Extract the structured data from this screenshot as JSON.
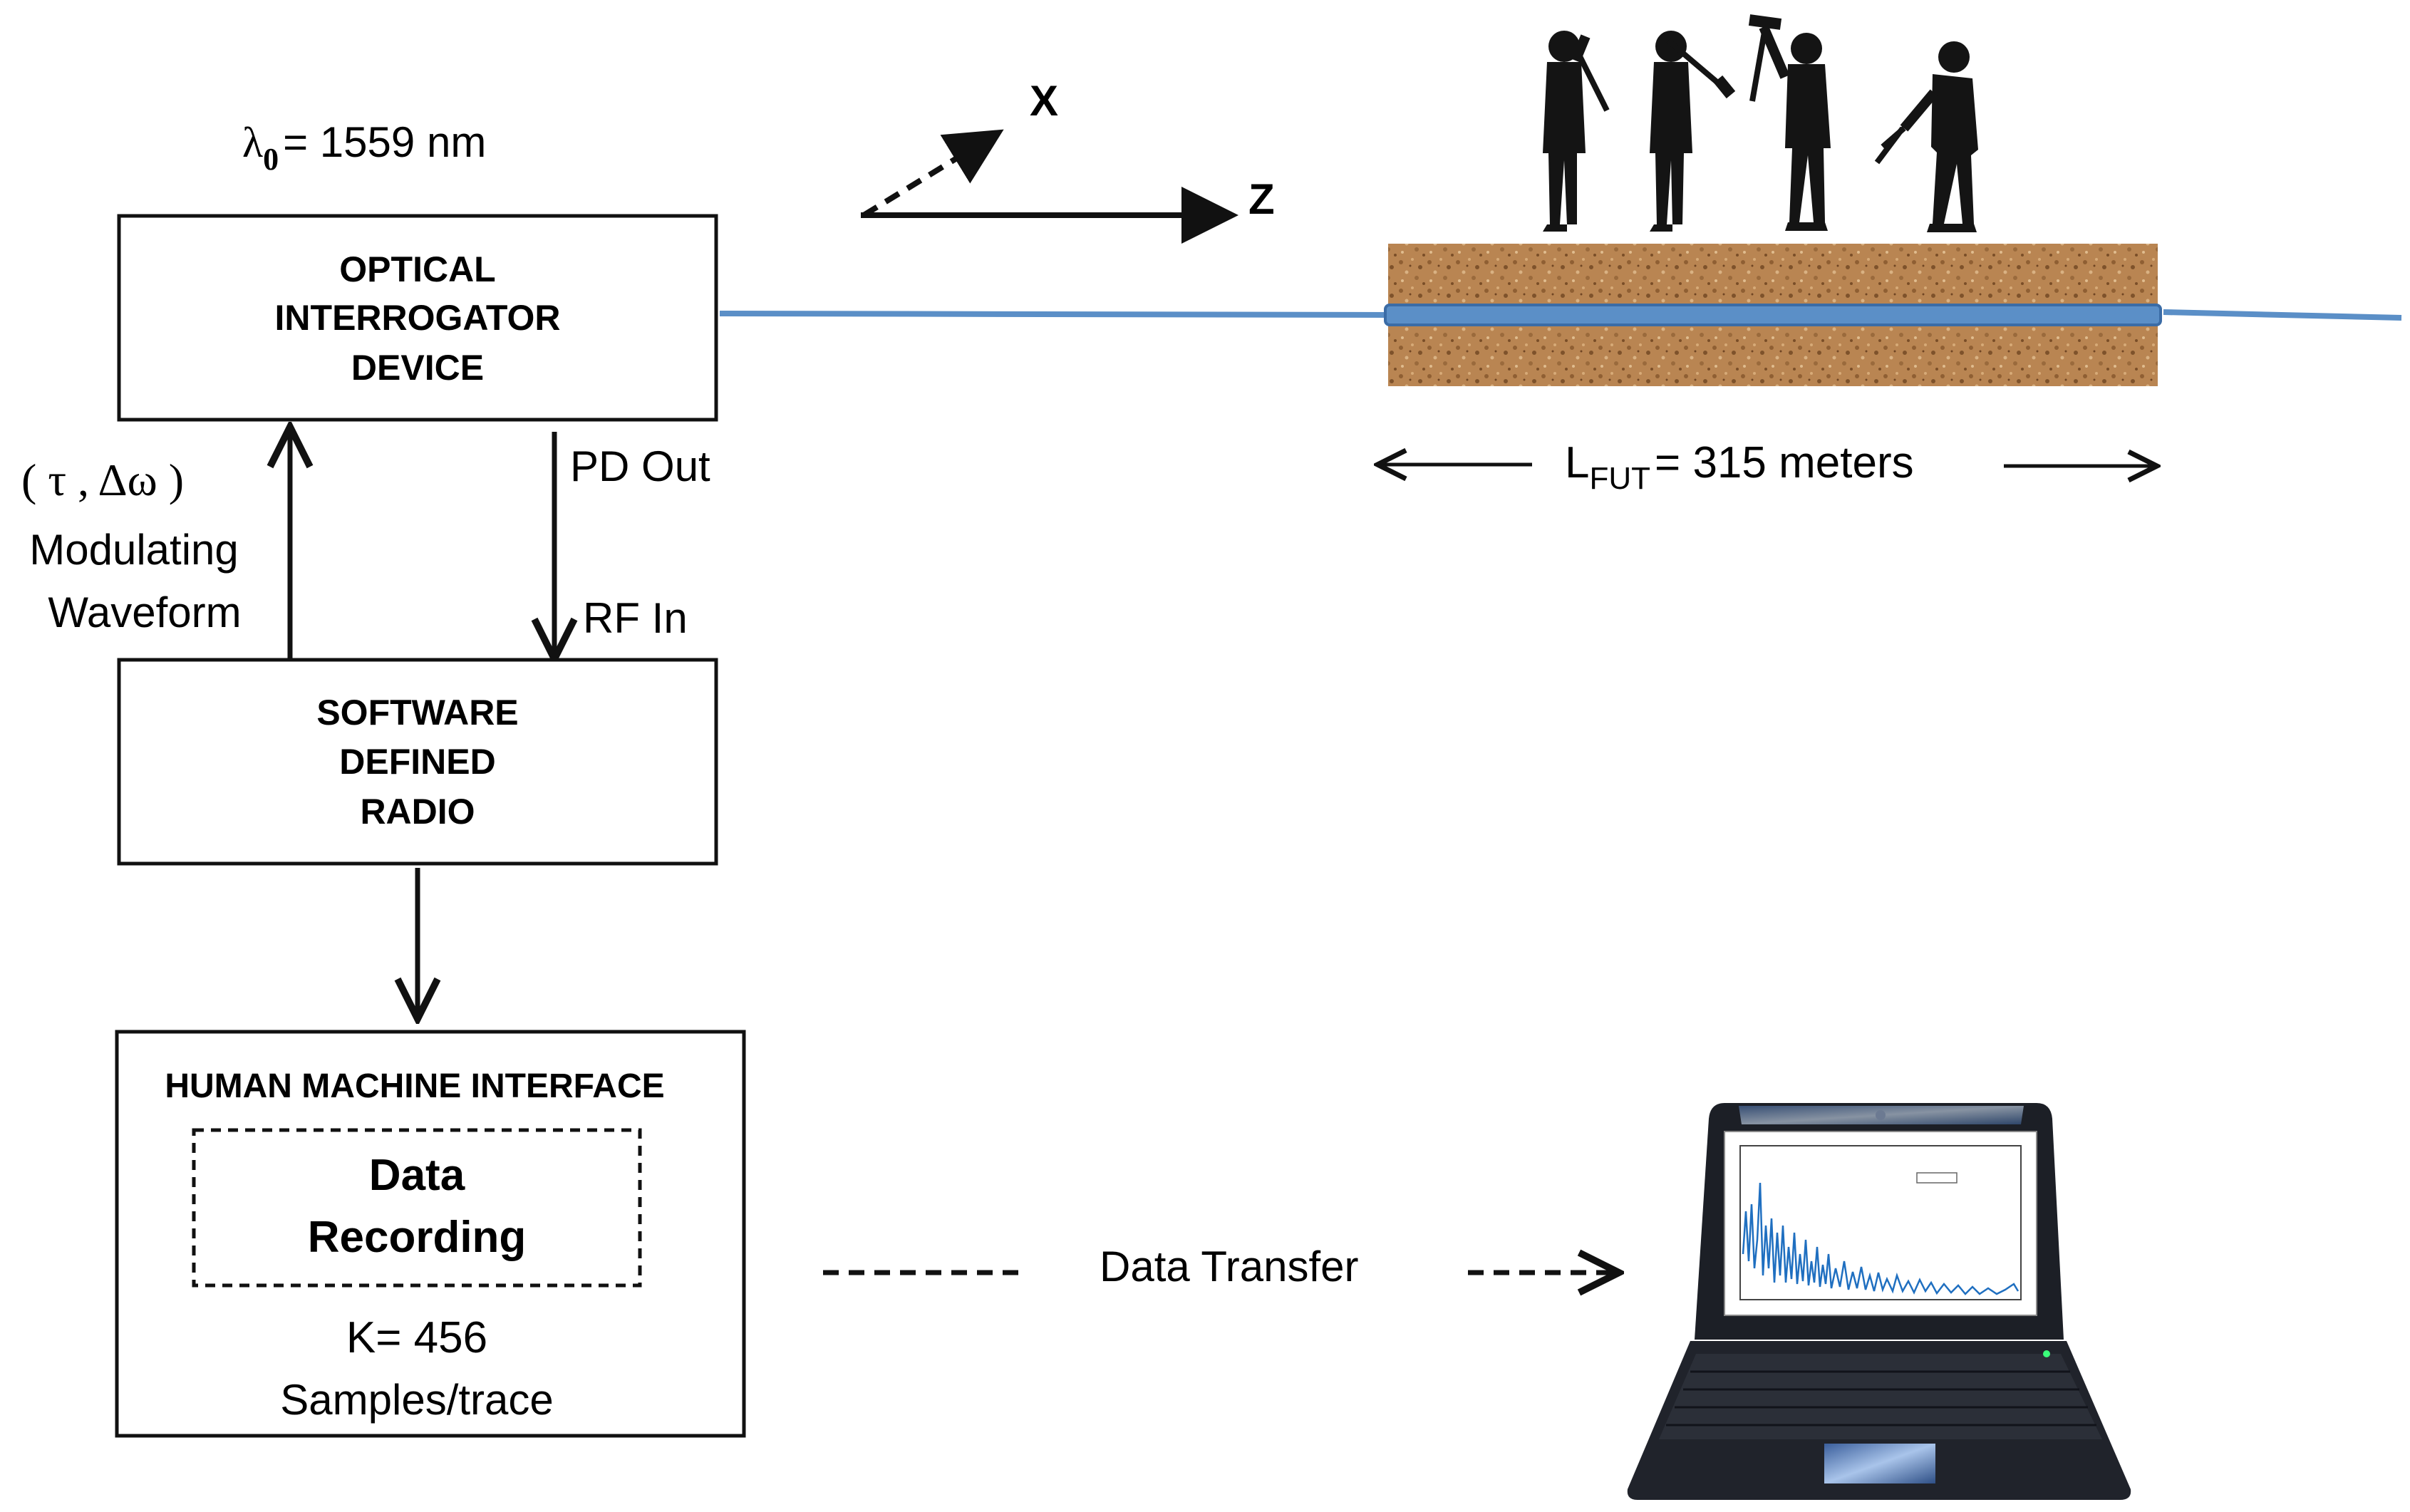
{
  "wavelength": {
    "symbol": "λ",
    "subscript": "0",
    "text": "= 1559 nm"
  },
  "axes": {
    "x_label": "X",
    "z_label": "Z"
  },
  "interrogator": {
    "line1": "OPTICAL",
    "line2": "INTERROGATOR",
    "line3": "DEVICE"
  },
  "modulation": {
    "params": "( τ , Δω )",
    "line1": "Modulating",
    "line2": "Waveform"
  },
  "links": {
    "pd_out": "PD Out",
    "rf_in": "RF In"
  },
  "sdr": {
    "line1": "SOFTWARE",
    "line2": "DEFINED",
    "line3": "RADIO"
  },
  "hmi": {
    "title": "HUMAN MACHINE INTERFACE",
    "recording_line1": "Data",
    "recording_line2": "Recording",
    "samples_line1": "K= 456",
    "samples_line2": "Samples/trace"
  },
  "fiber": {
    "length_prefix": "L",
    "length_subscript": "FUT",
    "length_text": "= 315 meters"
  },
  "transfer": {
    "label": "Data Transfer"
  },
  "colors": {
    "fiber": "#5b8fc7",
    "fiber_dark": "#3b6ca6",
    "soil": "#b98552",
    "ink": "#111111",
    "laptop": "#1c1f26"
  },
  "icons": [
    "worker-silhouette-icon",
    "laptop-icon"
  ]
}
